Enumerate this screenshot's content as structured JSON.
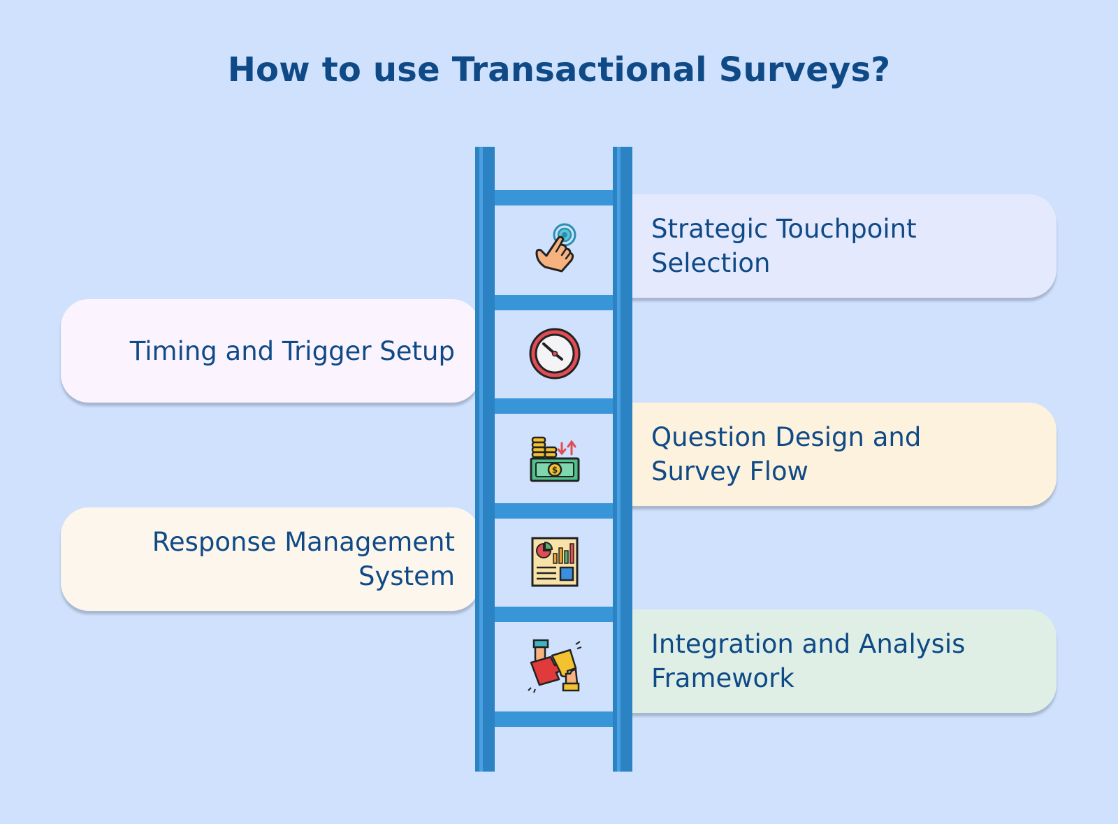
{
  "title": "How to use Transactional Surveys?",
  "steps": [
    {
      "label": "Strategic Touchpoint\nSelection",
      "side": "right",
      "icon": "touch-hand-icon",
      "card_color": "#e4e9fd"
    },
    {
      "label": "Timing and Trigger Setup",
      "side": "left",
      "icon": "clock-icon",
      "card_color": "#fbf3fd"
    },
    {
      "label": "Question Design and\nSurvey Flow",
      "side": "right",
      "icon": "money-coins-icon",
      "card_color": "#fdf2de"
    },
    {
      "label": "Response Management\nSystem",
      "side": "left",
      "icon": "analytics-report-icon",
      "card_color": "#fcf6ed"
    },
    {
      "label": "Integration and Analysis\nFramework",
      "side": "right",
      "icon": "puzzle-hands-icon",
      "card_color": "#dfefe6"
    }
  ],
  "colors": {
    "background": "#cfe1fd",
    "ladder_rail": "#2b83c4",
    "ladder_rung": "#3795d8",
    "title_text": "#0f4a87"
  }
}
